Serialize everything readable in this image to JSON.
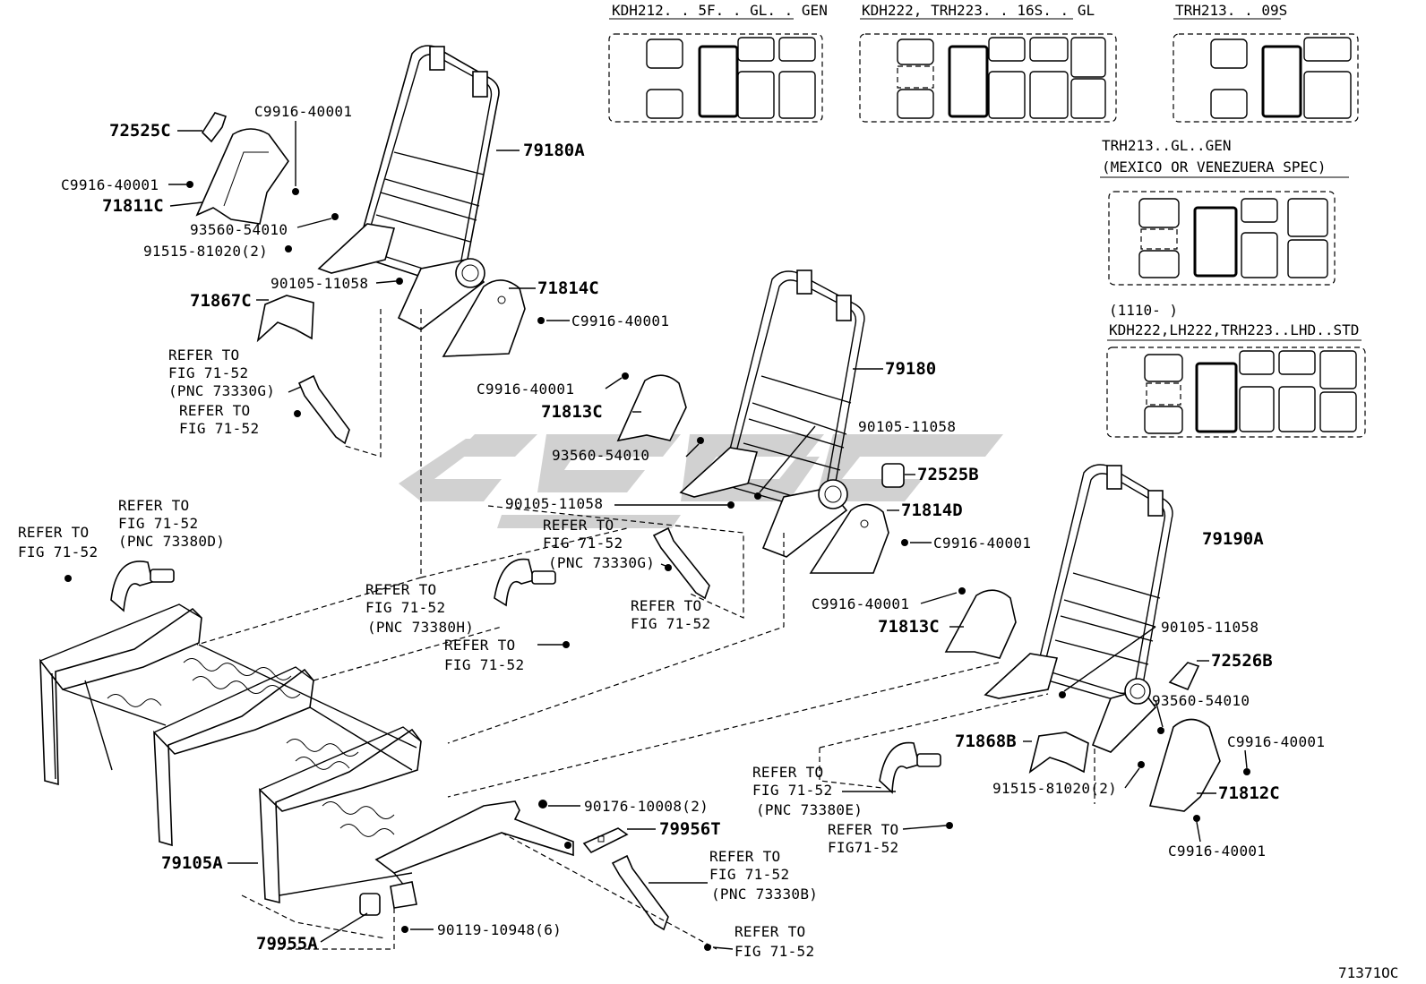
{
  "figure_code": "71371OC",
  "watermark": "watermark-logo",
  "seat_layouts": [
    {
      "caption": "KDH212. . 5F. . GL. . GEN"
    },
    {
      "caption": "KDH222, TRH223. . 16S. . GL"
    },
    {
      "caption": "TRH213. . 09S"
    },
    {
      "caption": "TRH213..GL..GEN",
      "caption2": "(MEXICO OR VENEZUERA SPEC)"
    },
    {
      "caption": "(1110-      )",
      "caption2": "KDH222,LH222,TRH223..LHD..STD"
    }
  ],
  "labels": {
    "p72525C": "72525C",
    "pC9916_1": "C9916-40001",
    "pC9916_2": "C9916-40001",
    "p71811C": "71811C",
    "p93560_1": "93560-54010",
    "p91515_1": "91515-81020(2)",
    "p79180A": "79180A",
    "p71867C": "71867C",
    "p90105_1": "90105-11058",
    "p71814C": "71814C",
    "pC9916_3": "C9916-40001",
    "ref1": [
      "REFER TO",
      "FIG 71-52",
      "(PNC 73330G)"
    ],
    "ref2": [
      "REFER TO",
      "FIG 71-52"
    ],
    "pC9916_4": "C9916-40001",
    "p71813C_1": "71813C",
    "p93560_2": "93560-54010",
    "p79180": "79180",
    "p90105_2": "90105-11058",
    "p72525B": "72525B",
    "p90105_3": "90105-11058",
    "p71814D": "71814D",
    "pC9916_5": "C9916-40001",
    "ref3": [
      "REFER TO",
      "FIG 71-52",
      "(PNC 73380D)"
    ],
    "ref4": [
      "REFER TO",
      "FIG 71-52"
    ],
    "ref5": [
      "REFER TO",
      "FIG 71-52",
      "(PNC 73330G)"
    ],
    "ref6": [
      "REFER TO",
      "FIG 71-52",
      "(PNC 73380H)"
    ],
    "ref7": [
      "REFER TO",
      "FIG 71-52"
    ],
    "ref8": [
      "REFER TO",
      "FIG 71-52"
    ],
    "p79190A": "79190A",
    "pC9916_6": "C9916-40001",
    "p71813C_2": "71813C",
    "p90105_4": "90105-11058",
    "p72526B": "72526B",
    "p93560_3": "93560-54010",
    "p71868B": "71868B",
    "pC9916_7": "C9916-40001",
    "p91515_2": "91515-81020(2)",
    "p71812C": "71812C",
    "pC9916_8": "C9916-40001",
    "ref9": [
      "REFER TO",
      "FIG 71-52",
      "(PNC 73380E)"
    ],
    "ref10": [
      "REFER TO",
      "FIG71-52"
    ],
    "p90176": "90176-10008(2)",
    "p79956T": "79956T",
    "ref11": [
      "REFER TO",
      "FIG 71-52",
      "(PNC 73330B)"
    ],
    "p79105A": "79105A",
    "p79955A": "79955A",
    "p90119": "90119-10948(6)",
    "ref12": [
      "REFER TO",
      "FIG 71-52"
    ]
  }
}
